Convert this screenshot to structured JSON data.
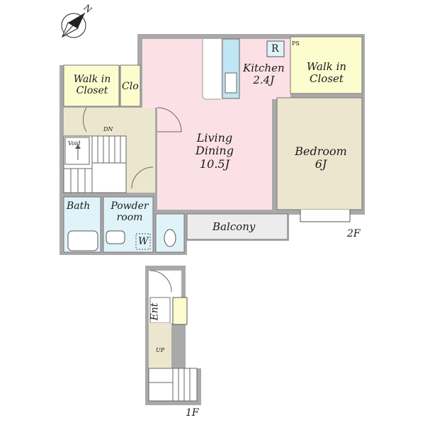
{
  "compass": {
    "north_label": "N"
  },
  "rooms": {
    "walk_in_closet_left": {
      "line1": "Walk in",
      "line2": "Closet"
    },
    "clo": "Clo",
    "dn": "DN",
    "void": "Void",
    "bath": "Bath",
    "powder_room": {
      "line1": "Powder",
      "line2": "room"
    },
    "washer": "W",
    "kitchen": {
      "name": "Kitchen",
      "size": "2.4J"
    },
    "refrigerator": "R",
    "ps": "PS",
    "walk_in_closet_right": {
      "line1": "Walk in",
      "line2": "Closet"
    },
    "living_dining": {
      "line1": "Living",
      "line2": "Dining",
      "size": "10.5J"
    },
    "bedroom": {
      "name": "Bedroom",
      "size": "6J"
    },
    "balcony": "Balcony",
    "entrance": "Ent",
    "up": "UP"
  },
  "floors": {
    "upper": "2F",
    "lower": "1F"
  },
  "colors": {
    "living": "#fbe1e6",
    "kitchen_counter": "#bfe6f2",
    "wet_area": "#dff3f8",
    "closet": "#fdfccf",
    "bedroom": "#ede6cf",
    "hall": "#ede6cf",
    "wall": "#a9a9a9",
    "balcony": "#ececec"
  }
}
